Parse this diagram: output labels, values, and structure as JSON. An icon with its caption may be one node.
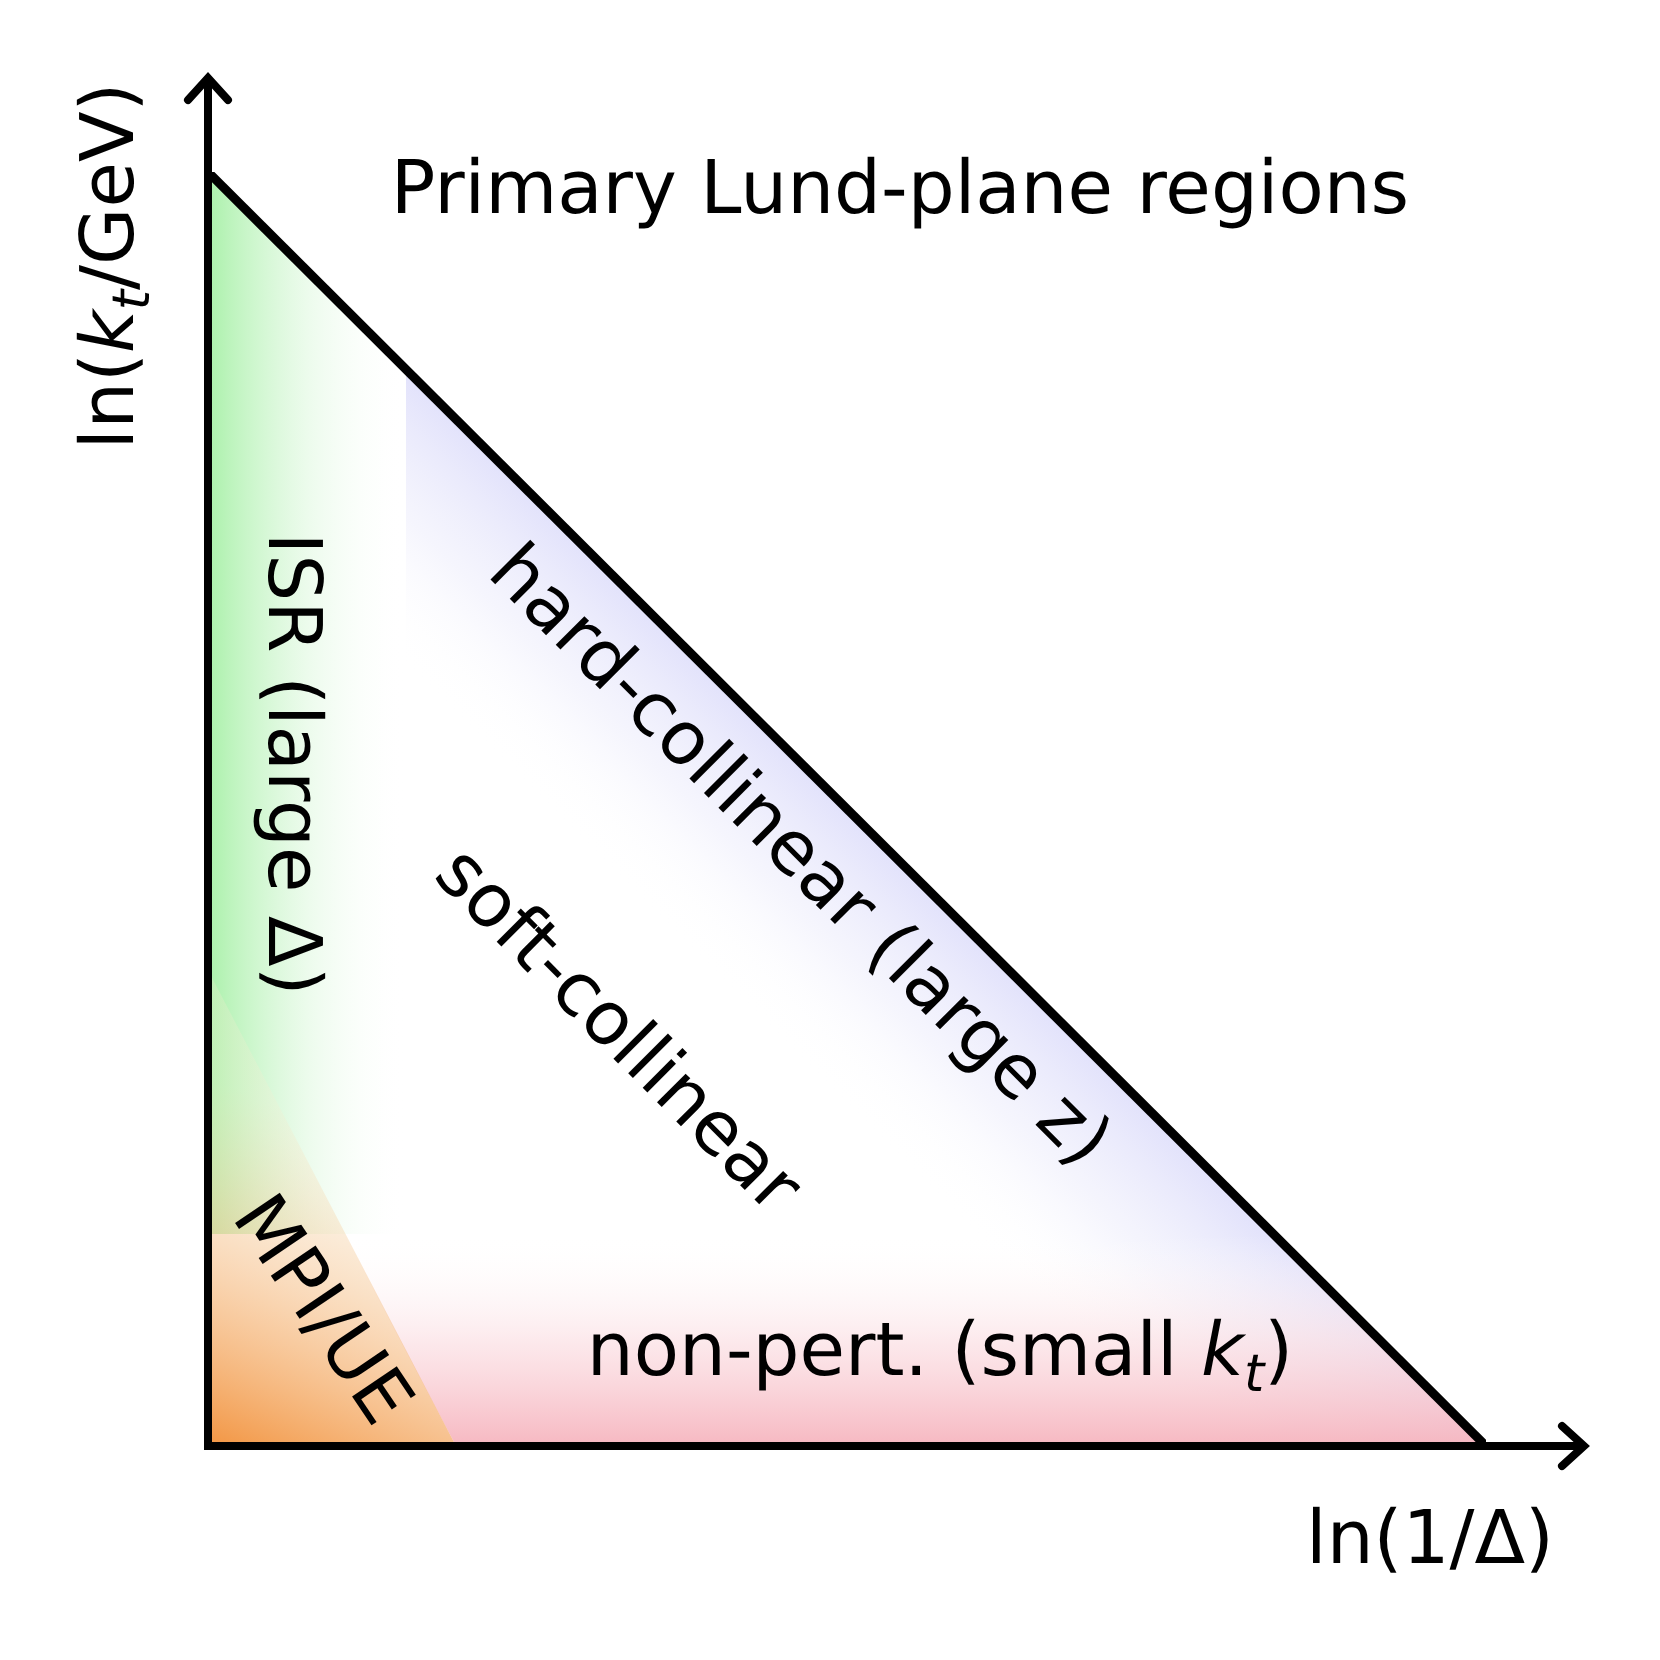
{
  "diagram": {
    "title": "Primary Lund-plane regions",
    "labels": [
      "ln(*k*$_{t}$/GeV)",
      "ISR (large Δ)",
      "hard-collinear (large z)",
      "soft-collinear",
      "MPI/UE",
      "non-pert. (small *k*$_{t}$)",
      "ln(1/Δ)"
    ]
  }
}
